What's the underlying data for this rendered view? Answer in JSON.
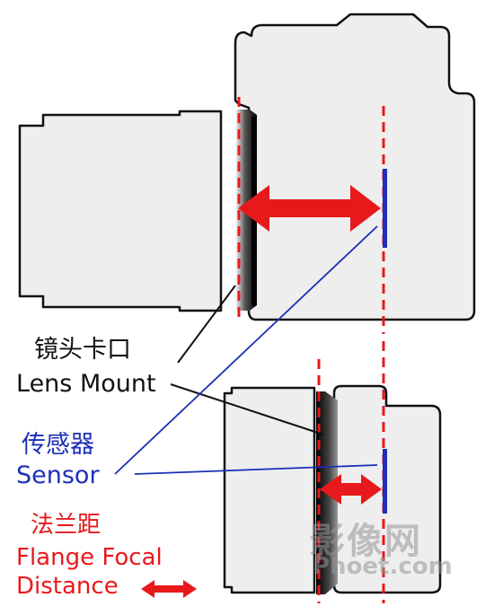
{
  "labels": {
    "lens_mount": {
      "cn": "镜头卡口",
      "en": "Lens Mount"
    },
    "sensor": {
      "cn": "传感器",
      "en": "Sensor"
    },
    "flange": {
      "cn": "法兰距",
      "en_line1": "Flange Focal",
      "en_line2": "Distance"
    }
  },
  "watermark": {
    "cn": "影像网",
    "en": "Phoet.com"
  },
  "colors": {
    "body_fill": "#eeeeee",
    "outline": "#111111",
    "dashed_line": "#e8191b",
    "arrow": "#e8191b",
    "sensor": "#1d2fb8",
    "pointer_black": "#111111",
    "pointer_blue": "#1d2fb8",
    "text_black": "#111111",
    "text_blue": "#1d2fb8",
    "text_red": "#e8191b"
  },
  "icons": {
    "legend_arrow": "double-headed-red-arrow"
  }
}
